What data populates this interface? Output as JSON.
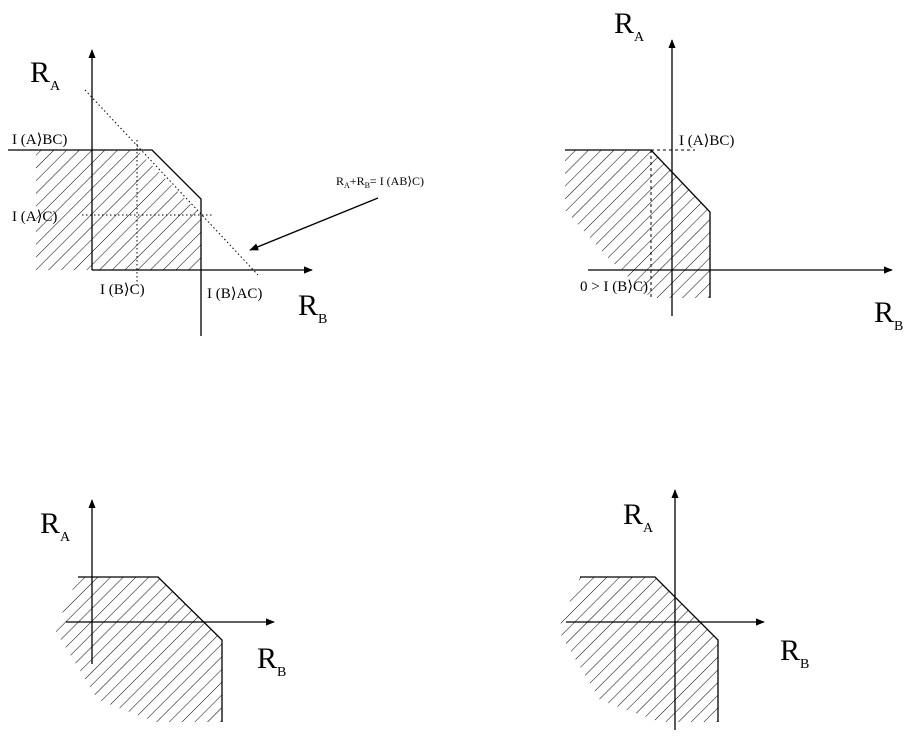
{
  "figure": {
    "axis_y_main": "R",
    "axis_y_sub": "A",
    "axis_x_main": "R",
    "axis_x_sub": "B",
    "panel1": {
      "label_I_A_BC": "I (A⟩BC)",
      "label_I_A_C": "I (A⟩C)",
      "label_I_B_C": "I (B⟩C)",
      "label_I_B_AC": "I (B⟩AC)",
      "eq_r1": "R",
      "eq_s1": "A",
      "eq_plus": "+R",
      "eq_s2": "B",
      "eq_rest": "= I (AB⟩C)"
    },
    "panel2": {
      "label_I_A_BC": "I (A⟩BC)",
      "label_zero_gt": "0 > I (B⟩C)"
    }
  }
}
